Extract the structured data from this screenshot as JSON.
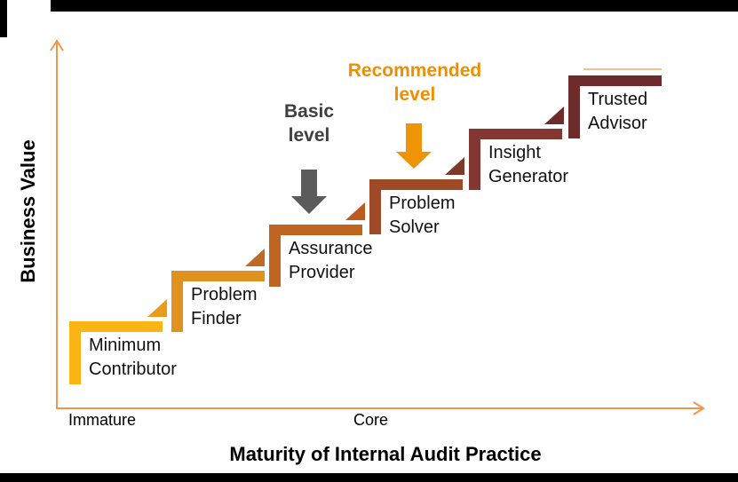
{
  "axes": {
    "y_label": "Business Value",
    "x_label": "Maturity of Internal Audit Practice",
    "tick_immature": "Immature",
    "tick_core": "Core",
    "color": "#F0964B"
  },
  "steps": [
    {
      "label": "Minimum Contributor",
      "color": "#FBB416"
    },
    {
      "label": "Problem Finder",
      "color": "#E0921E"
    },
    {
      "label": "Assurance Provider",
      "color": "#BF6421"
    },
    {
      "label": "Problem Solver",
      "color": "#9E4A26"
    },
    {
      "label": "Insight Generator",
      "color": "#833732"
    },
    {
      "label": "Trusted Advisor",
      "color": "#6E2B2B"
    }
  ],
  "connectors": [
    {
      "color": "#E89C1C"
    },
    {
      "color": "#C06A28"
    },
    {
      "color": "#BD5A1F"
    },
    {
      "color": "#7E3A28"
    },
    {
      "color": "#6E2B2B"
    }
  ],
  "annotations": {
    "basic": {
      "label": "Basic level",
      "text_color": "#3F3F3F",
      "arrow_color": "#5B5B5B"
    },
    "recommended": {
      "label": "Recommended level",
      "text_color": "#EE8F00",
      "arrow_color": "#EE9406"
    }
  },
  "top_rule_color": "#F2C48C"
}
